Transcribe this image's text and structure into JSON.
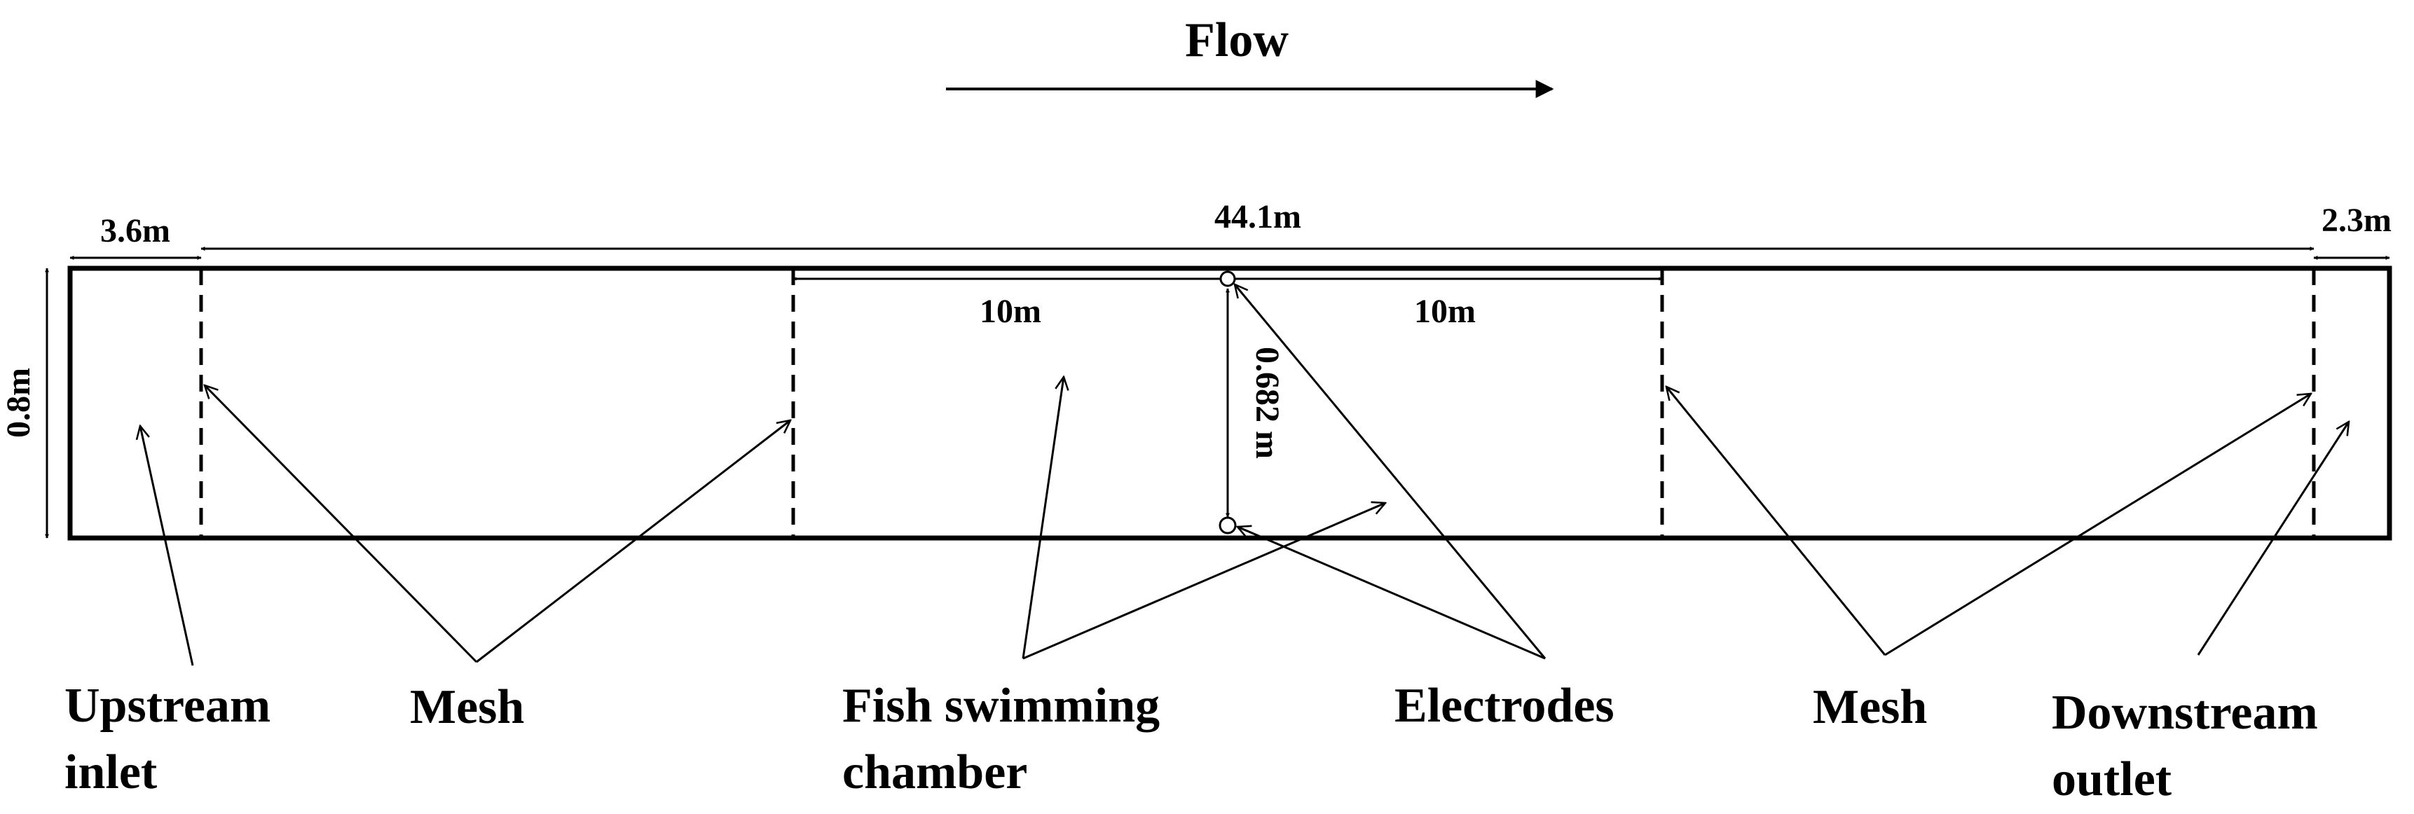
{
  "flow": {
    "label": "Flow"
  },
  "dimensions": {
    "upstream_section": "3.6m",
    "total_length": "44.1m",
    "downstream_section": "2.3m",
    "height": "0.8m",
    "chamber_left": "10m",
    "chamber_right": "10m",
    "electrode_height": "0.682 m"
  },
  "labels": {
    "upstream_line1": "Upstream",
    "upstream_line2": "inlet",
    "mesh_left": "Mesh",
    "fish_line1": "Fish swimming",
    "fish_line2": "chamber",
    "electrodes": "Electrodes",
    "mesh_right": "Mesh",
    "downstream_line1": "Downstream",
    "downstream_line2": "outlet"
  },
  "colors": {
    "ink": "#000000",
    "background": "#ffffff"
  }
}
